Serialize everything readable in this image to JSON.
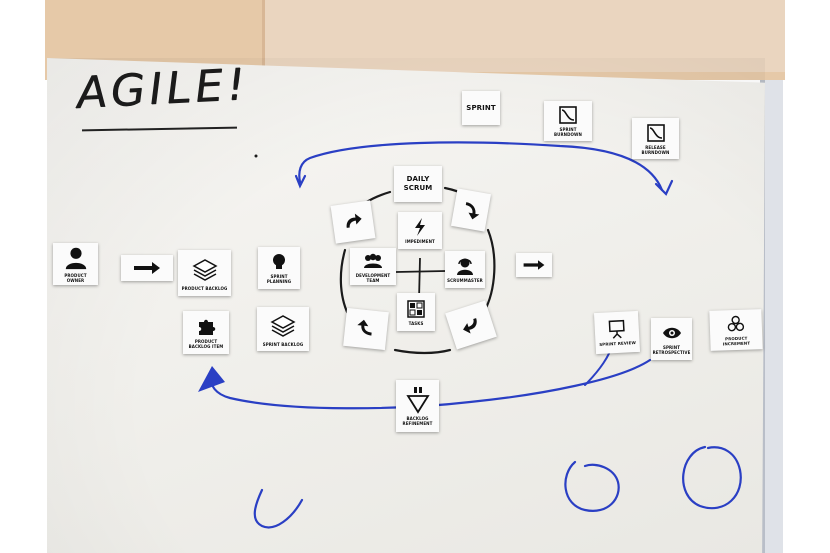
{
  "board": {
    "title": "AGILE!"
  },
  "cards": {
    "sprint": {
      "label": "SPRINT"
    },
    "sprint_burndown": {
      "label": "SPRINT BURNDOWN",
      "icon": "chart-down-icon"
    },
    "release_burndown": {
      "label": "RELEASE BURNDOWN",
      "icon": "chart-down-icon"
    },
    "daily_scrum": {
      "label": "DAILY SCRUM"
    },
    "impediment": {
      "label": "IMPEDIMENT",
      "icon": "lightning-icon"
    },
    "product_owner": {
      "label": "PRODUCT OWNER",
      "icon": "person-icon"
    },
    "product_backlog": {
      "label": "PRODUCT BACKLOG",
      "icon": "stack-icon"
    },
    "sprint_planning": {
      "label": "SPRINT PLANNING",
      "icon": "lightbulb-icon"
    },
    "development_team": {
      "label": "DEVELOPMENT TEAM",
      "icon": "team-icon"
    },
    "scrummaster": {
      "label": "SCRUMMASTER",
      "icon": "headset-icon"
    },
    "tasks": {
      "label": "TASKS",
      "icon": "grid-icon"
    },
    "product_backlog_item": {
      "label": "PRODUCT BACKLOG ITEM",
      "icon": "puzzle-icon"
    },
    "sprint_backlog": {
      "label": "SPRINT BACKLOG",
      "icon": "stack-icon"
    },
    "sprint_review": {
      "label": "SPRINT REVIEW",
      "icon": "presentation-icon"
    },
    "sprint_retrospective": {
      "label": "SPRINT RETROSPECTIVE",
      "icon": "eye-icon"
    },
    "product_increment": {
      "label": "PRODUCT INCREMENT",
      "icon": "hexagons-icon"
    },
    "backlog_refinement": {
      "label": "BACKLOG REFINEMENT",
      "icon": "funnel-icon"
    }
  },
  "colors": {
    "marker_blue": "#2a3fc4",
    "marker_black": "#1b1b1b",
    "paper": "#f4f3ef",
    "wall": "#e6c9a8"
  }
}
